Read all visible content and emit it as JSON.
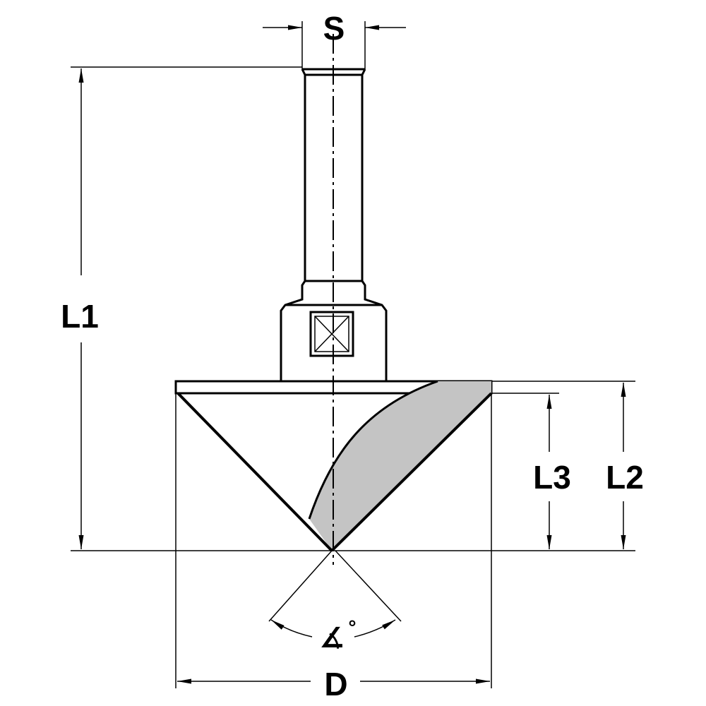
{
  "labels": {
    "shank_diameter": "S",
    "overall_length": "L1",
    "cutting_height": "L2",
    "cutter_height": "L3",
    "cutting_diameter": "D",
    "angle_symbol": "∡",
    "angle_unit": "°"
  },
  "colors": {
    "line": "#000000",
    "blade_fill": "#c4c4c4",
    "background": "#ffffff"
  }
}
